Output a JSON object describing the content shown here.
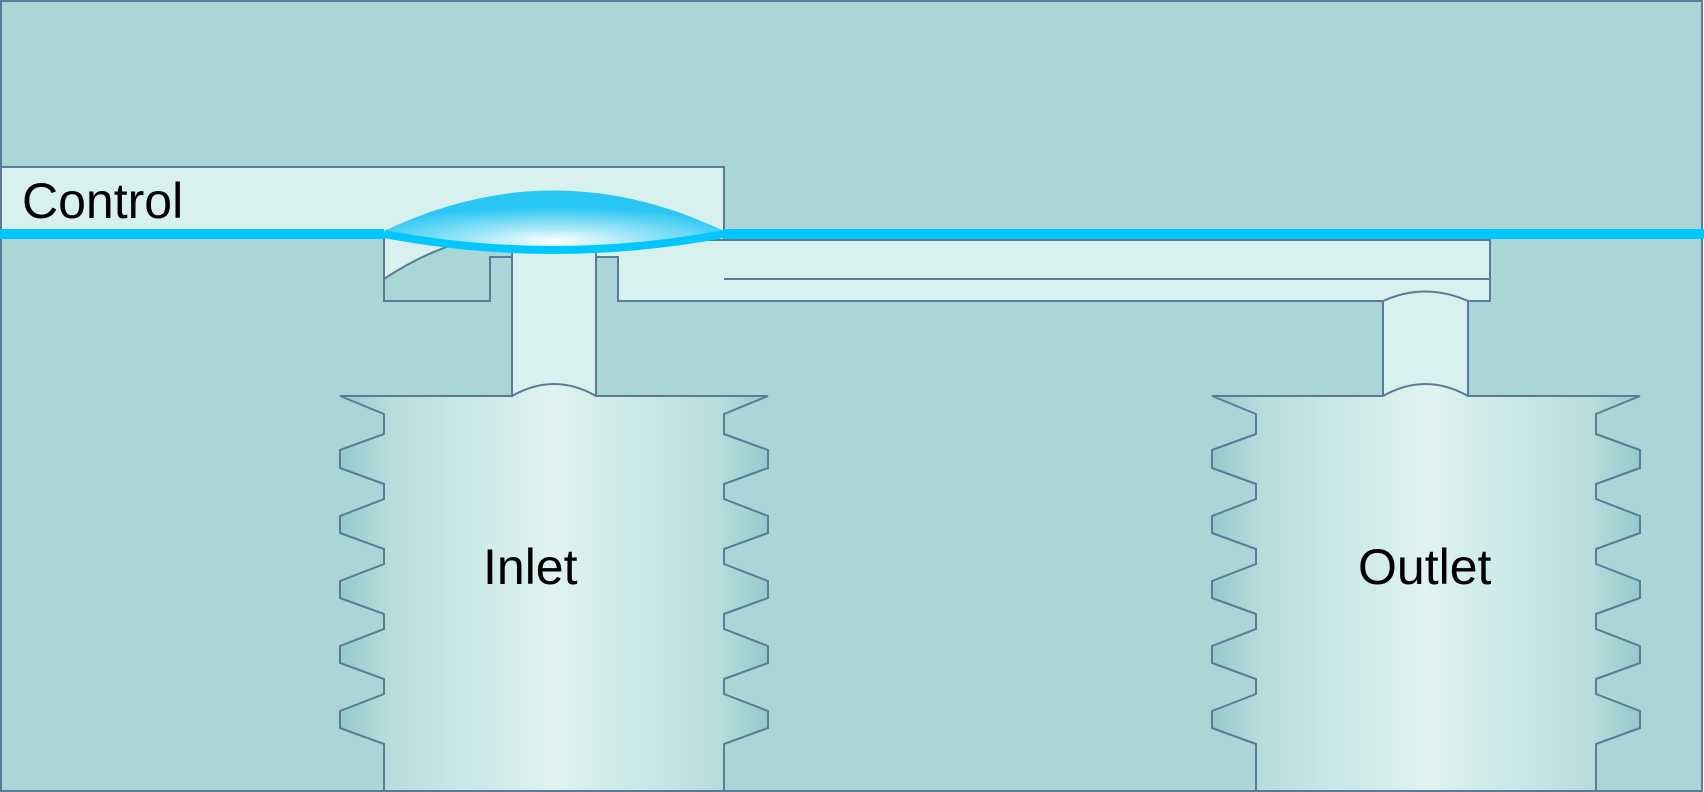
{
  "diagram": {
    "labels": {
      "control": "Control",
      "inlet": "Inlet",
      "outlet": "Outlet"
    }
  },
  "colors": {
    "body": "#abd6d7",
    "channel": "#d8f0ee",
    "outline": "#5a7a98",
    "membrane": "#00c8ff",
    "membrane_bulge": "#29c6f4",
    "port_edge": "#9ccfd0",
    "port_center": "#e0f3f0"
  }
}
